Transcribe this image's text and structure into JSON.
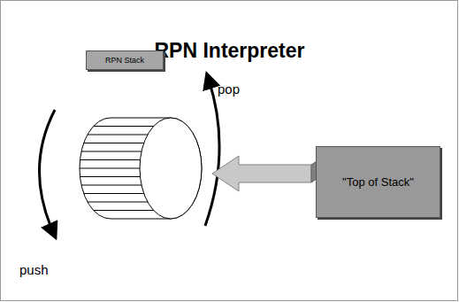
{
  "diagram": {
    "title": "RPN Interpreter",
    "nodes": [
      {
        "text": [
          "RPN Stack"
        ]
      },
      {
        "text": [
          "\"Top of Stack\""
        ]
      }
    ],
    "labels": [
      "pop",
      "push"
    ]
  }
}
